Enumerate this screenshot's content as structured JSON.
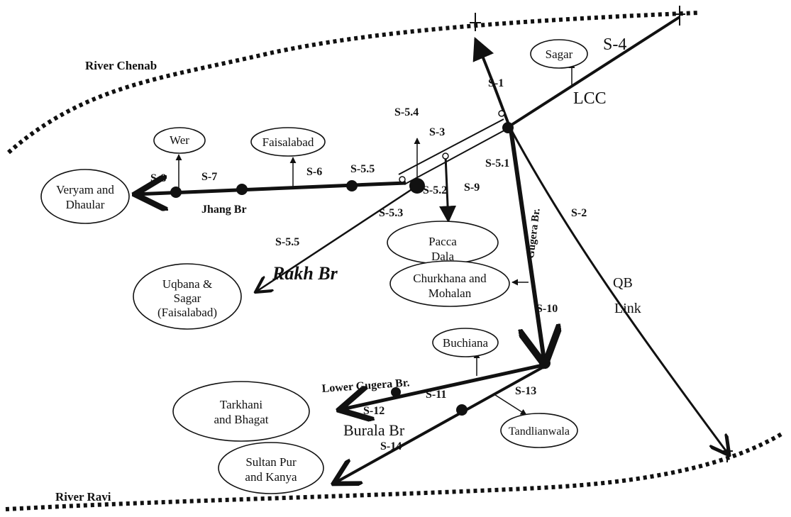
{
  "rivers": {
    "top": "River Chenab",
    "bottom": "River Ravi"
  },
  "segments": {
    "s1": "S-1",
    "s2": "S-2",
    "s3": "S-3",
    "s4": "S-4",
    "s51": "S-5.1",
    "s52": "S-5.2",
    "s53": "S-5.3",
    "s54": "S-5.4",
    "s55a": "S-5.5",
    "s55b": "S-5.5",
    "s6": "S-6",
    "s7": "S-7",
    "s8": "S-8",
    "s9": "S-9",
    "s10": "S-10",
    "s11": "S-11",
    "s12": "S-12",
    "s13": "S-13",
    "s14": "S-14"
  },
  "canals": {
    "lcc": "LCC",
    "jhang": "Jhang Br",
    "rakh": "Rakh Br",
    "gugera": "Gugera Br.",
    "lower_gugera": "Lower Gugera Br.",
    "burala": "Burala Br",
    "qb_line1": "QB",
    "qb_line2": "Link"
  },
  "nodes": {
    "sagar": "Sagar",
    "wer": "Wer",
    "faisalabad": "Faisalabad",
    "veryam_l1": "Veryam and",
    "veryam_l2": "Dhaular",
    "uqbana_l1": "Uqbana &",
    "uqbana_l2": "Sagar",
    "uqbana_l3": "(Faisalabad)",
    "pacca_l1": "Pacca",
    "pacca_l2": "Dala",
    "churkhana_l1": "Churkhana and",
    "churkhana_l2": "Mohalan",
    "buchiana": "Buchiana",
    "tarkhani_l1": "Tarkhani",
    "tarkhani_l2": "and Bhagat",
    "tandlianwala": "Tandlianwala",
    "sultanpur_l1": "Sultan Pur",
    "sultanpur_l2": "and Kanya"
  }
}
